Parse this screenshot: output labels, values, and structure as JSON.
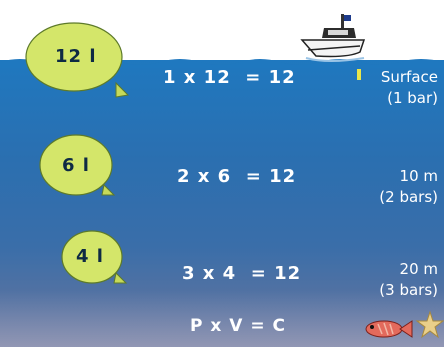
{
  "rows": [
    {
      "volume_label": "12 l",
      "equation": "1 x 12  = 12",
      "depth_line1": "Surface",
      "depth_line2": "(1 bar)"
    },
    {
      "volume_label": "6 l",
      "equation": "2 x 6  = 12",
      "depth_line1": "10 m",
      "depth_line2": "(2 bars)"
    },
    {
      "volume_label": "4 l",
      "equation": "3 x 4  = 12",
      "depth_line1": "20 m",
      "depth_line2": "(3 bars)"
    }
  ],
  "formula": "P x V = C",
  "colors": {
    "sea_top": "#1f78bf",
    "sea_bottom": "#6e779c",
    "balloon_fill": "#d4e66a",
    "balloon_outline": "#5d7a2a",
    "text": "#ffffff"
  },
  "icons": [
    "boat-icon",
    "fish-icon",
    "starfish-icon",
    "balloon-icon"
  ]
}
